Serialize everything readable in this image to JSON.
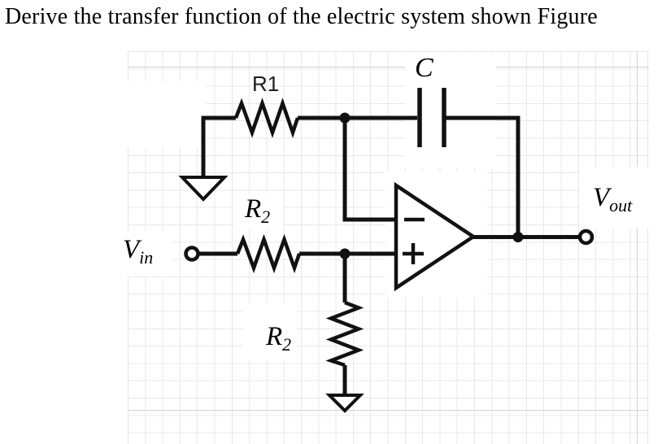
{
  "title": "Derive the transfer function of the electric system shown Figure",
  "circuit": {
    "components": {
      "r1_label": "R1",
      "c_label": "C",
      "r2_feedback": {
        "base": "R",
        "sub": "2"
      },
      "r2_shunt": {
        "base": "R",
        "sub": "2"
      },
      "vin": {
        "base": "V",
        "sub": "in"
      },
      "vout": {
        "base": "V",
        "sub": "out"
      },
      "opamp_inverting_symbol": "−",
      "opamp_noninverting_symbol": "+"
    },
    "colors": {
      "wire": "#111111",
      "grid_minor": "#e8e8ed",
      "grid_major": "#d3d3d9",
      "canvas": "#ffffff",
      "text": "#000000"
    }
  }
}
